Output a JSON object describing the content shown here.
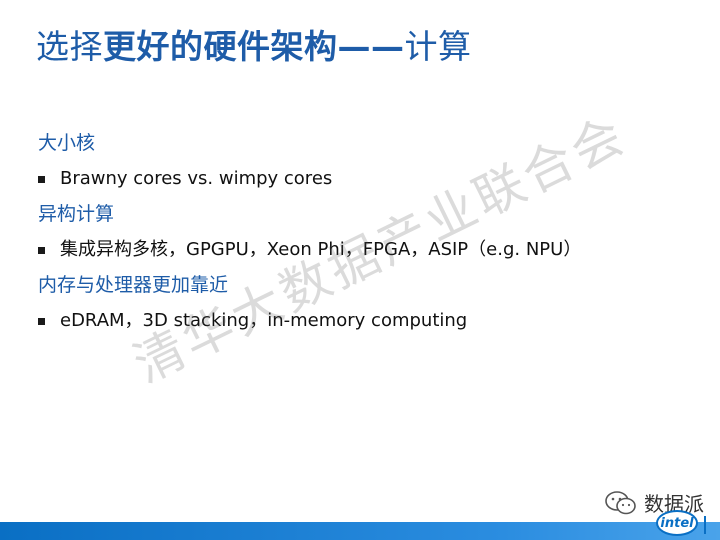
{
  "slide": {
    "title_thin": "选择",
    "title_bold": "更好的硬件架构——",
    "title_tail": "计算",
    "sections": [
      {
        "heading": "大小核",
        "bullet": "Brawny cores vs. wimpy cores"
      },
      {
        "heading": "异构计算",
        "bullet": "集成异构多核，GPGPU，Xeon Phi，FPGA，ASIP（e.g. NPU）"
      },
      {
        "heading": "内存与处理器更加靠近",
        "bullet": "eDRAM，3D stacking，in-memory computing"
      }
    ]
  },
  "watermark": "清华大数据产业联合会",
  "wechat_label": "数据派",
  "logo_text": "intel",
  "colors": {
    "title": "#1e5ca8",
    "bar": "#0a6fc4"
  }
}
